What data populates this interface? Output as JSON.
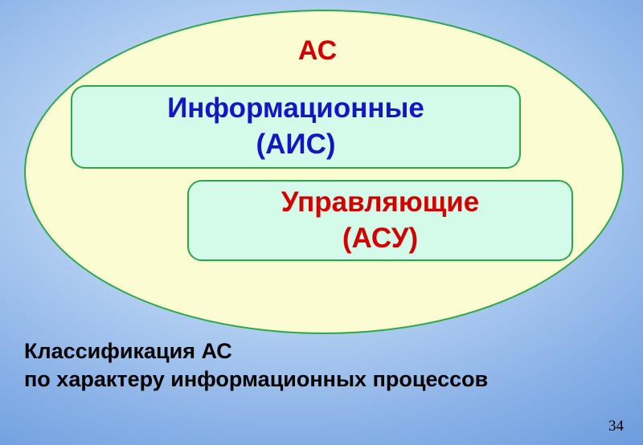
{
  "slide": {
    "title": "АС",
    "boxes": [
      {
        "id": "ais",
        "line1": "Информационные",
        "line2": "(АИС)",
        "text_color": "#1515c8"
      },
      {
        "id": "asu",
        "line1": "Управляющие",
        "line2": "(АСУ)",
        "text_color": "#d40000"
      }
    ],
    "caption": {
      "line1": "Классификация АС",
      "line2": "по характеру информационных процессов"
    },
    "page_number": "34",
    "colors": {
      "title_text": "#d40000",
      "ellipse_fill": "#fcfcd2",
      "ellipse_border": "#2aa84a",
      "box_fill": "#d4fbe9",
      "box_border": "#2aa84a",
      "background_center": "#dce9f9",
      "background_edge": "#6495da",
      "caption_text": "#000000"
    }
  }
}
